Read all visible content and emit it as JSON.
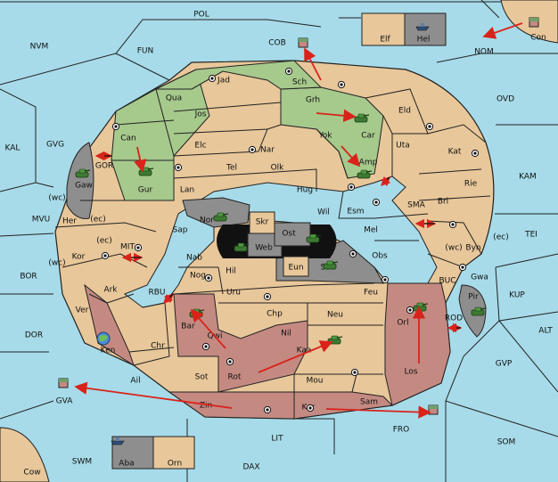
{
  "colors": {
    "sea": "#a7dbe9",
    "neutral_land": "#e8c79a",
    "green_power": "#a6c98c",
    "red_power": "#c48a82",
    "grey_power": "#8e8e8e",
    "black_zone": "#111111",
    "order_arrow": "#d9231a",
    "outline": "#222222"
  },
  "sea_regions": [
    "POL",
    "NVM",
    "FUN",
    "COB",
    "NOM",
    "Con",
    "OVD",
    "KAL",
    "GVG",
    "KAM",
    "GOR",
    "SMA",
    "MVU",
    "MIT",
    "TEI",
    "BOR",
    "ALT",
    "BUC",
    "KUP",
    "RBU",
    "DOR",
    "ROD",
    "GVP",
    "GVA",
    "FRO",
    "SOM",
    "LIT",
    "SWM",
    "DAX",
    "Cow"
  ],
  "land_regions": [
    "Elf",
    "Hel",
    "Jad",
    "Sch",
    "Qua",
    "Jos",
    "Grh",
    "Eld",
    "Can",
    "Car",
    "Yok",
    "Elc",
    "Nar",
    "Uta",
    "Kat",
    "Gaw",
    "Tel",
    "Olk",
    "Amp",
    "Gur",
    "Lan",
    "Hug",
    "Rie",
    "Bri",
    "Wil",
    "Esm",
    "Her",
    "Nor",
    "Skr",
    "Sap",
    "Ost",
    "Mel",
    "Byn",
    "Kor",
    "Web",
    "Nab",
    "Obs",
    "Gwa",
    "Eun",
    "Sun",
    "Hil",
    "Nog",
    "Ark",
    "Uru",
    "Feu",
    "Pir",
    "Orl",
    "Chp",
    "Neu",
    "Ver",
    "Bar",
    "Qwi",
    "Nil",
    "Ken",
    "Kaa",
    "Chr",
    "Los",
    "Rot",
    "Sot",
    "Mou",
    "Ail",
    "Zin",
    "Kar",
    "Sam",
    "Aba",
    "Orn"
  ],
  "coast_markers": [
    "(wc)",
    "(ec)",
    "(ec)",
    "(wc)",
    "(wc)",
    "(ec)"
  ]
}
